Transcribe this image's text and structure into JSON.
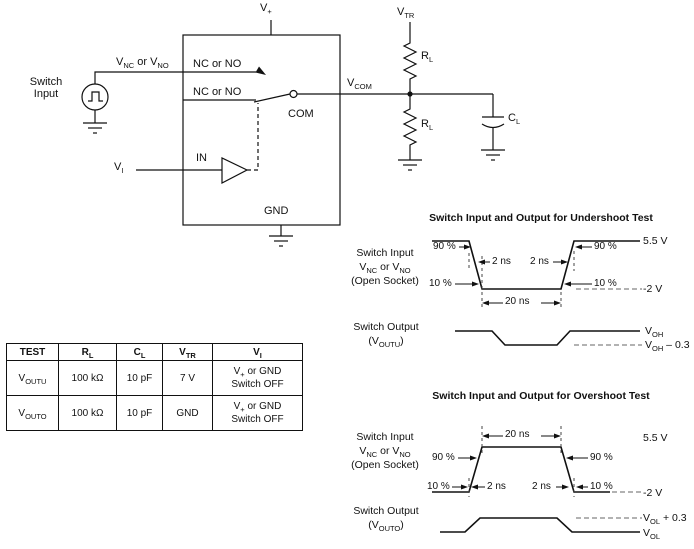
{
  "colors": {
    "ink": "#111111",
    "dashed_reference": "#666666",
    "background": "#ffffff"
  },
  "schematic": {
    "v_plus": {
      "b1": "V",
      "s1": "+"
    },
    "switch_input_1": "Switch",
    "switch_input_2": "Input",
    "vnc_vno": {
      "b1": "V",
      "s1": "NC",
      "b2": " or V",
      "s2": "NO"
    },
    "nc_no_1": "NC or NO",
    "nc_no_2": "NC or NO",
    "com": "COM",
    "vcom": {
      "b1": "V",
      "s1": "COM"
    },
    "in_pin": "IN",
    "vi": {
      "b1": "V",
      "s1": "I"
    },
    "gnd": "GND",
    "vtr": {
      "b1": "V",
      "s1": "TR"
    },
    "rl_top": {
      "b1": "R",
      "s1": "L"
    },
    "rl_bottom": {
      "b1": "R",
      "s1": "L"
    },
    "cl": {
      "b1": "C",
      "s1": "L"
    }
  },
  "undershoot": {
    "title": "Switch Input and Output for Undershoot Test",
    "input_label_1": "Switch Input",
    "input_label_2": {
      "b1": "V",
      "s1": "NC",
      "b2": " or V",
      "s2": "NO"
    },
    "input_label_3": "(Open Socket)",
    "output_label_1": "Switch Output",
    "output_label_2": {
      "b1": "(V",
      "s1": "OUTU",
      "b2": ")"
    },
    "high_level": "5.5 V",
    "low_level": "-2 V",
    "pct90": "90 %",
    "pct10": "10 %",
    "t_2ns": "2 ns",
    "t_20ns": "20 ns",
    "voh": {
      "b1": "V",
      "s1": "OH"
    },
    "voh_minus_03": {
      "b1": "V",
      "s1": "OH",
      "b2": " – 0.3"
    }
  },
  "overshoot": {
    "title": "Switch Input and Output for Overshoot Test",
    "input_label_1": "Switch Input",
    "input_label_2": {
      "b1": "V",
      "s1": "NC",
      "b2": " or V",
      "s2": "NO"
    },
    "input_label_3": "(Open Socket)",
    "output_label_1": "Switch Output",
    "output_label_2": {
      "b1": "(V",
      "s1": "OUTO",
      "b2": ")"
    },
    "high_level": "5.5 V",
    "low_level": "-2 V",
    "pct90": "90 %",
    "pct10": "10 %",
    "t_2ns": "2 ns",
    "t_20ns": "20 ns",
    "vol_plus_03": {
      "b1": "V",
      "s1": "OL",
      "b2": " + 0.3"
    },
    "vol": {
      "b1": "V",
      "s1": "OL"
    }
  },
  "table": {
    "headers": {
      "test": "TEST",
      "rl": {
        "b1": "R",
        "s1": "L"
      },
      "cl": {
        "b1": "C",
        "s1": "L"
      },
      "vtr": {
        "b1": "V",
        "s1": "TR"
      },
      "vi": {
        "b1": "V",
        "s1": "I"
      }
    },
    "rows": [
      {
        "test": {
          "b1": "V",
          "s1": "OUTU"
        },
        "rl": "100 kΩ",
        "cl": "10 pF",
        "vtr": "7 V",
        "vi_line1": {
          "b1": "V",
          "s1": "+",
          "b2": " or GND"
        },
        "vi_line2": "Switch OFF"
      },
      {
        "test": {
          "b1": "V",
          "s1": "OUTO"
        },
        "rl": "100 kΩ",
        "cl": "10 pF",
        "vtr": "GND",
        "vi_line1": {
          "b1": "V",
          "s1": "+",
          "b2": " or GND"
        },
        "vi_line2": "Switch OFF"
      }
    ]
  }
}
